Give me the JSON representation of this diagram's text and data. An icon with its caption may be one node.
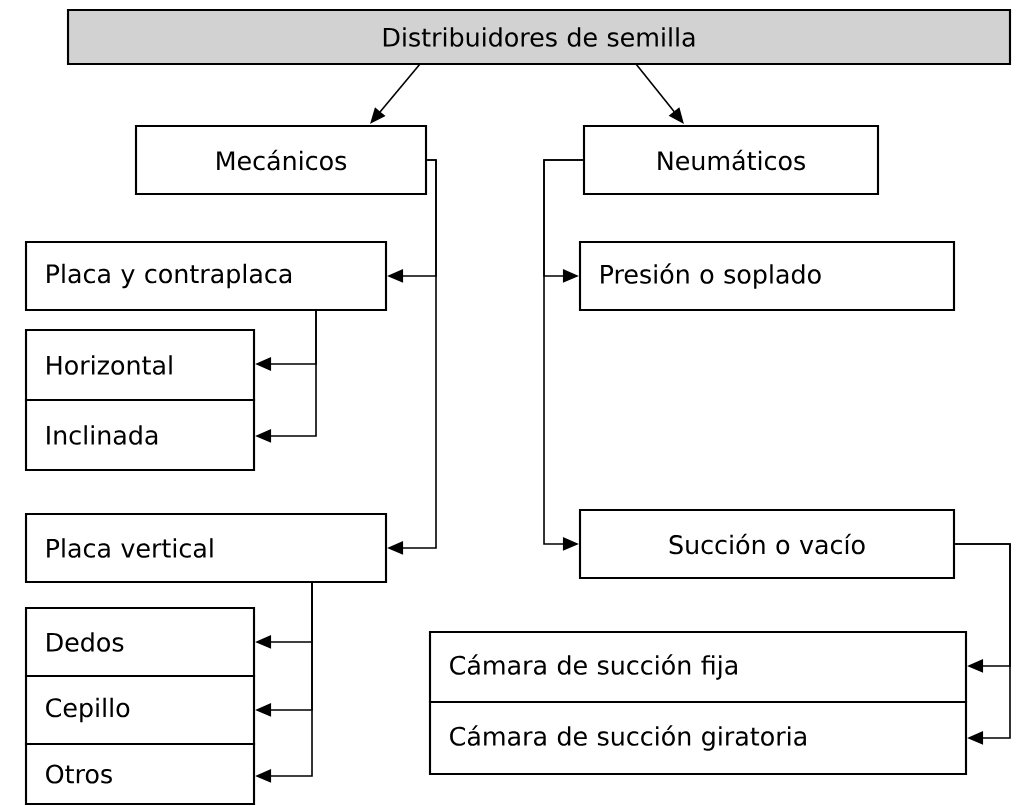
{
  "diagram": {
    "nodes": [
      {
        "text": [
          "Distribuidores de semilla"
        ]
      },
      {
        "text": [
          "Mecánicos"
        ]
      },
      {
        "text": [
          "Neumáticos"
        ]
      },
      {
        "text": [
          "Placa y contraplaca"
        ]
      },
      {
        "text": [
          "Horizontal"
        ]
      },
      {
        "text": [
          "Inclinada"
        ]
      },
      {
        "text": [
          "Placa vertical"
        ]
      },
      {
        "text": [
          "Dedos"
        ]
      },
      {
        "text": [
          "Cepillo"
        ]
      },
      {
        "text": [
          "Otros"
        ]
      },
      {
        "text": [
          "Presión o soplado"
        ]
      },
      {
        "text": [
          "Succión o vacío"
        ]
      },
      {
        "text": [
          "Cámara de succión fija"
        ]
      },
      {
        "text": [
          "Cámara de succión giratoria"
        ]
      }
    ],
    "edges": [
      {
        "from": 0,
        "to": 1,
        "arrow": "to"
      },
      {
        "from": 0,
        "to": 2,
        "arrow": "to"
      },
      {
        "from": 1,
        "to": 3,
        "arrow": "to"
      },
      {
        "from": 1,
        "to": 6,
        "arrow": "to"
      },
      {
        "from": 3,
        "to": 4,
        "arrow": "to"
      },
      {
        "from": 3,
        "to": 5,
        "arrow": "to"
      },
      {
        "from": 6,
        "to": 7,
        "arrow": "to"
      },
      {
        "from": 6,
        "to": 8,
        "arrow": "to"
      },
      {
        "from": 6,
        "to": 9,
        "arrow": "to"
      },
      {
        "from": 2,
        "to": 10,
        "arrow": "to"
      },
      {
        "from": 2,
        "to": 11,
        "arrow": "to"
      },
      {
        "from": 11,
        "to": 12,
        "arrow": "to"
      },
      {
        "from": 11,
        "to": 13,
        "arrow": "to"
      }
    ]
  }
}
